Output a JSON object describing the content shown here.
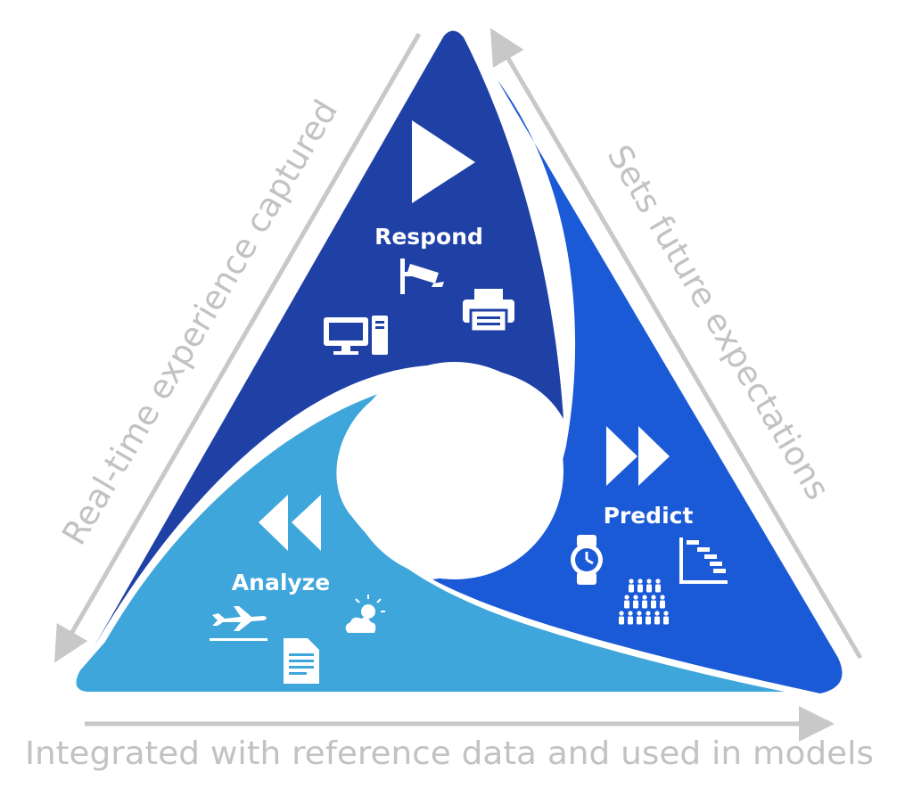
{
  "diagram": {
    "segments": {
      "respond": {
        "label": "Respond",
        "color": "#1f41a6",
        "icons": [
          "play-icon",
          "security-camera-icon",
          "printer-icon",
          "desktop-computer-icon"
        ]
      },
      "predict": {
        "label": "Predict",
        "color": "#1b5ad6",
        "icons": [
          "fast-forward-icon",
          "wristwatch-icon",
          "gantt-chart-icon",
          "crowd-icon"
        ]
      },
      "analyze": {
        "label": "Analyze",
        "color": "#3ea6da",
        "icons": [
          "rewind-icon",
          "airplane-icon",
          "document-icon",
          "partly-cloudy-icon"
        ]
      }
    },
    "edges": {
      "left": "Real-time experience captured",
      "right": "Sets future expectations",
      "bottom": "Integrated with reference data and used in models"
    },
    "arrow_color": "#c8c8c8"
  }
}
